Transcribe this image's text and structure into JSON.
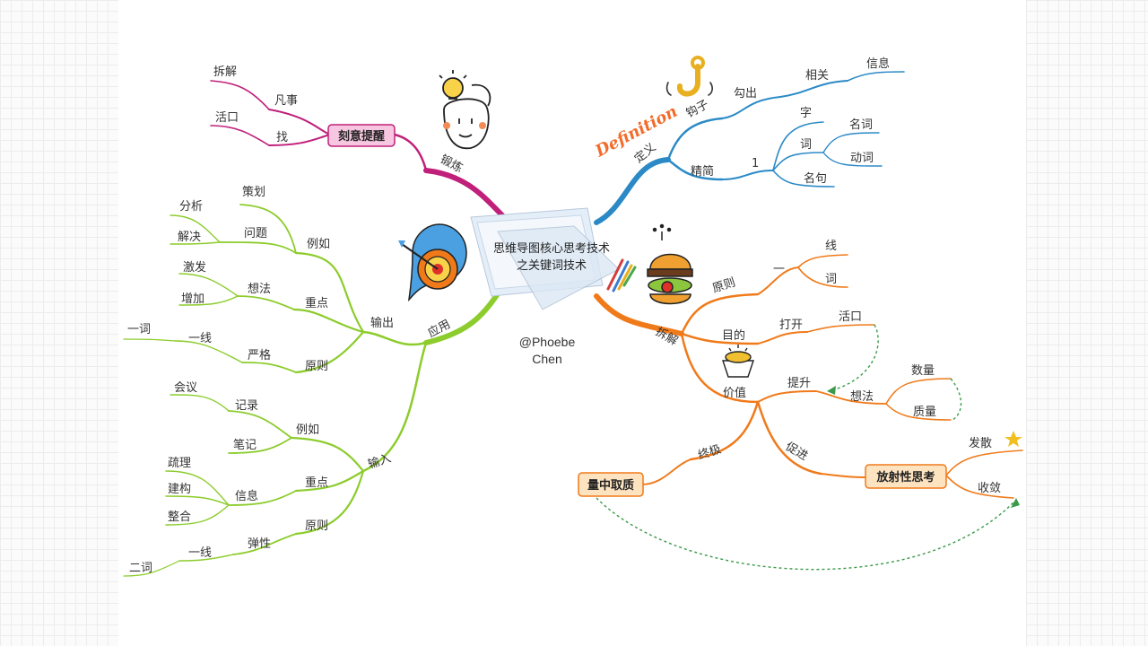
{
  "center": {
    "line1": "思维导图核心思考技术",
    "line2": "之关键词技术"
  },
  "author": {
    "line1": "@Phoebe",
    "line2": "Chen"
  },
  "definition_art": "Definition",
  "colors": {
    "blue": "#2b8ac6",
    "orange": "#f07a1a",
    "green": "#8ccc2c",
    "magenta": "#c0207a",
    "box_pink": "#f7c6e0",
    "box_peach": "#fde3c0",
    "dotted": "#3a9a4a"
  },
  "branches": {
    "dingyi": {
      "label": "定义",
      "gouzi": "钩子",
      "gouchu": "勾出",
      "xiangguan": "相关",
      "xinxi": "信息",
      "jingjian": "精简",
      "one": "1",
      "zi": "字",
      "ci": "词",
      "mingci": "名词",
      "dongci": "动词",
      "mingju": "名句"
    },
    "chaijie": {
      "label": "拆解",
      "yuanze": "原则",
      "yi": "一",
      "xian": "线",
      "ci": "词",
      "mudi": "目的",
      "dakai": "打开",
      "huokou": "活口",
      "jiazhi": "价值",
      "tisheng": "提升",
      "xiangfa": "想法",
      "shuliang": "数量",
      "zhiliang": "质量",
      "zhongji": "终极",
      "liangzhongquzhi": "量中取质",
      "cujin": "促进",
      "fangshexing": "放射性思考",
      "fasan": "发散",
      "shoulian": "收敛"
    },
    "duanlian": {
      "label": "锻炼",
      "keyi": "刻意提醒",
      "fanshi": "凡事",
      "chaijie": "拆解",
      "zhao": "找",
      "huokou": "活口"
    },
    "yingyong": {
      "label": "应用",
      "shuchu": "输出",
      "liru1": "例如",
      "cehua": "策划",
      "wenti": "问题",
      "fenxi": "分析",
      "jiejue": "解决",
      "zhongdian1": "重点",
      "xiangfa": "想法",
      "jifa": "激发",
      "zengjia": "增加",
      "yuanze1": "原则",
      "yange": "严格",
      "yixian1": "一线",
      "yici": "一词",
      "shuru": "输入",
      "liru2": "例如",
      "jilu": "记录",
      "huiyi": "会议",
      "biji": "笔记",
      "zhongdian2": "重点",
      "xinxi": "信息",
      "shuli": "疏理",
      "jiangou": "建构",
      "zhenghe": "整合",
      "yuanze2": "原则",
      "tanxing": "弹性",
      "yixian2": "一线",
      "erci": "二词"
    }
  }
}
